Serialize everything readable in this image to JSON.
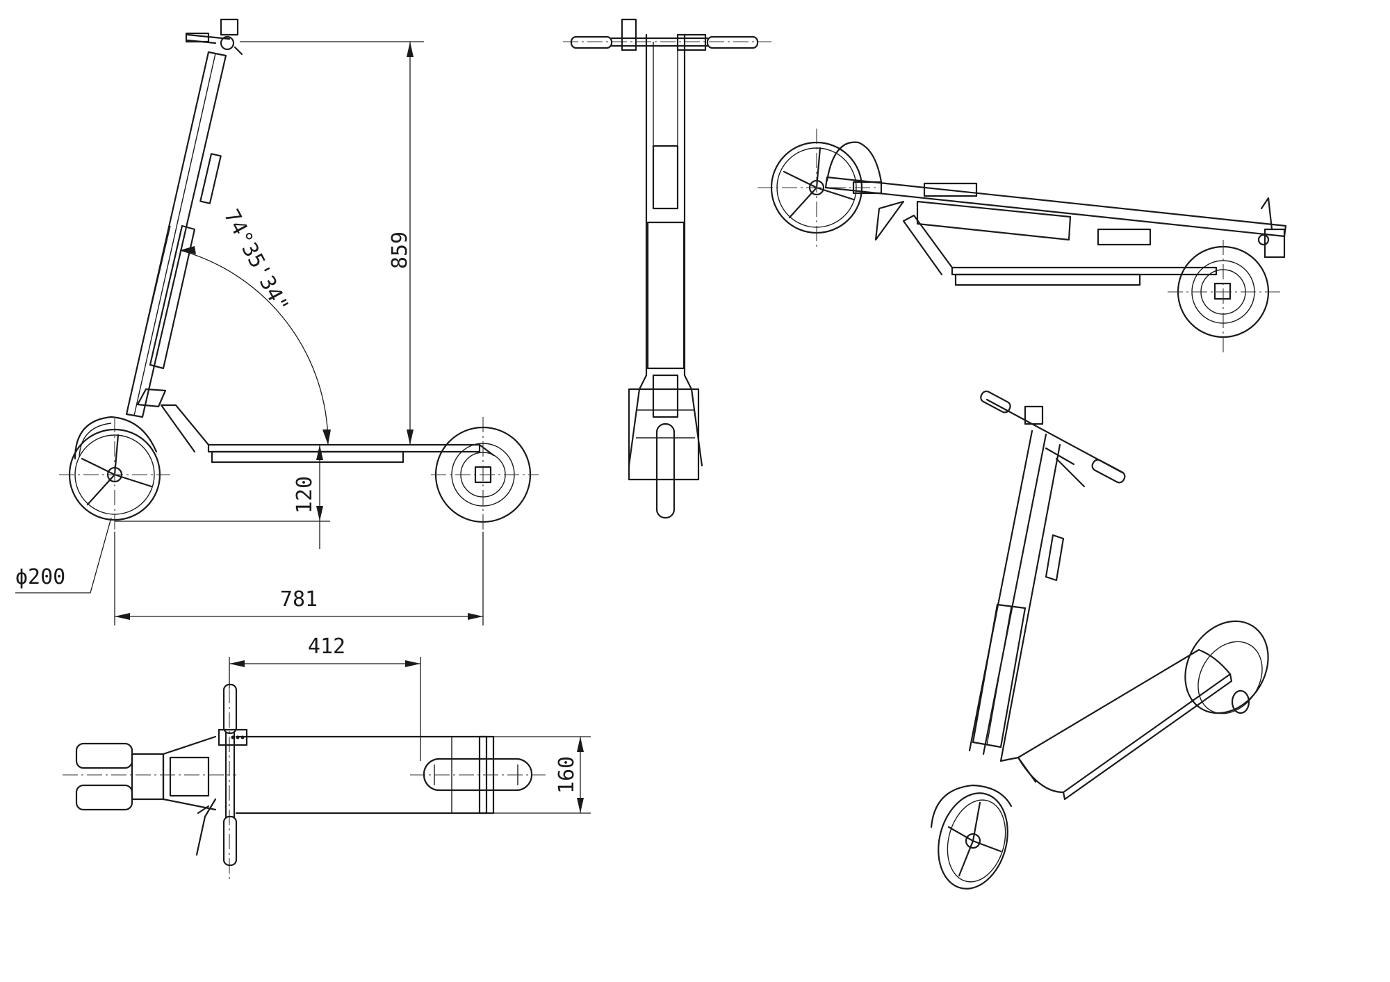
{
  "dimensions": {
    "height": "859",
    "angle": "74°35'34\"",
    "deck_clearance": "120",
    "wheel_diameter": "ϕ200",
    "wheelbase": "781",
    "handlebar_offset": "412",
    "deck_width": "160"
  }
}
